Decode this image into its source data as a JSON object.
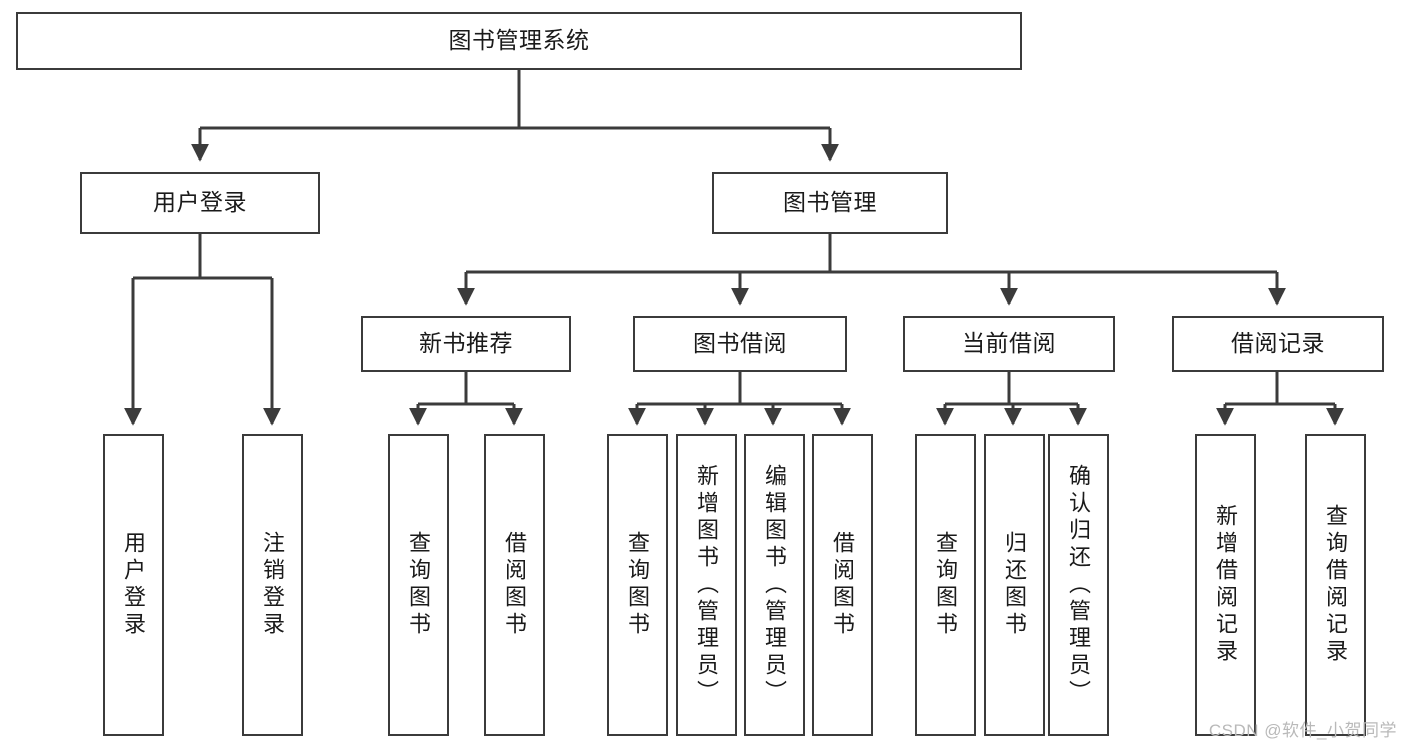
{
  "diagram": {
    "type": "tree-hierarchy",
    "title": "图书管理系统",
    "watermark": "CSDN @软件_小贺同学",
    "colors": {
      "border": "#3b3b3b",
      "fill": "#ffffff",
      "connector": "#3b3b3b",
      "text": "#1a1a1a",
      "watermark": "#b9b9b9"
    },
    "levels": {
      "root": {
        "label": "图书管理系统"
      },
      "level2": [
        {
          "label": "用户登录"
        },
        {
          "label": "图书管理"
        }
      ],
      "level3": [
        {
          "label": "新书推荐"
        },
        {
          "label": "图书借阅"
        },
        {
          "label": "当前借阅"
        },
        {
          "label": "借阅记录"
        }
      ],
      "leaves": [
        {
          "label": "用户登录",
          "parent": "用户登录"
        },
        {
          "label": "注销登录",
          "parent": "用户登录"
        },
        {
          "label": "查询图书",
          "parent": "新书推荐"
        },
        {
          "label": "借阅图书",
          "parent": "新书推荐"
        },
        {
          "label": "查询图书",
          "parent": "图书借阅"
        },
        {
          "label": "新增图书（管理员）",
          "parent": "图书借阅"
        },
        {
          "label": "编辑图书（管理员）",
          "parent": "图书借阅"
        },
        {
          "label": "借阅图书",
          "parent": "图书借阅"
        },
        {
          "label": "查询图书",
          "parent": "当前借阅"
        },
        {
          "label": "归还图书",
          "parent": "当前借阅"
        },
        {
          "label": "确认归还（管理员）",
          "parent": "当前借阅"
        },
        {
          "label": "新增借阅记录",
          "parent": "借阅记录"
        },
        {
          "label": "查询借阅记录",
          "parent": "借阅记录"
        }
      ]
    }
  }
}
